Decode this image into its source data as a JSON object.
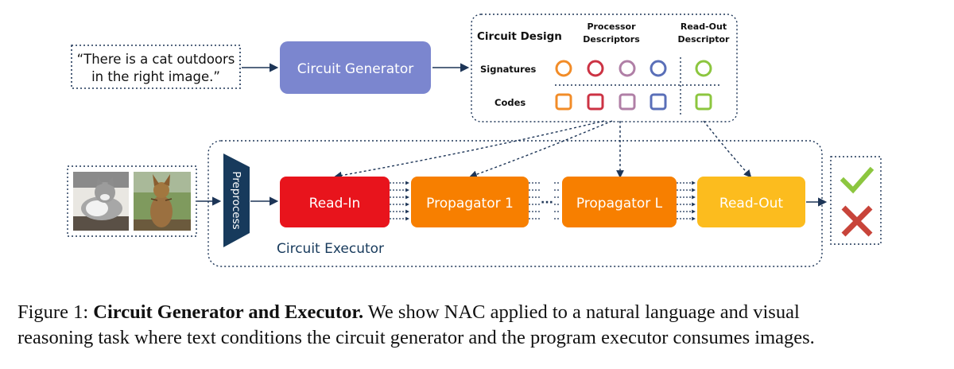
{
  "prompt": {
    "line1": "“There is a cat outdoors",
    "line2": "in the right image.”"
  },
  "generator": {
    "label": "Circuit Generator"
  },
  "circuit_design": {
    "title": "Circuit Design",
    "processor_header_line1": "Processor",
    "processor_header_line2": "Descriptors",
    "readout_header_line1": "Read-Out",
    "readout_header_line2": "Descriptor",
    "row_signatures": "Signatures",
    "row_codes": "Codes",
    "colors": {
      "orange": "#f28c28",
      "red": "#cc3344",
      "mauve": "#b07fa6",
      "blue": "#5a6fb8",
      "green": "#8cc63f"
    }
  },
  "executor": {
    "preprocess": "Preprocess",
    "read_in": "Read-In",
    "propagator_1": "Propagator 1",
    "ellipsis": "···",
    "propagator_l": "Propagator L",
    "read_out": "Read-Out",
    "label": "Circuit Executor",
    "colors": {
      "read_in": "#e8141c",
      "propagator": "#f77f00",
      "read_out": "#fcbc1e",
      "preprocess": "#173a5c",
      "generator": "#7b86cf"
    }
  },
  "caption": {
    "prefix": "Figure 1: ",
    "bold": "Circuit Generator and Executor.",
    "line1_rest": " We show NAC applied to a natural language and visual",
    "line2": "reasoning task where text conditions the circuit generator and the program executor consumes images."
  }
}
